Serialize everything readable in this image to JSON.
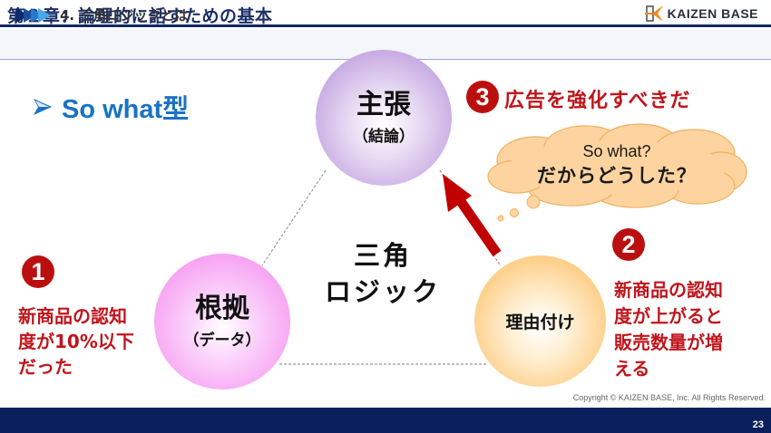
{
  "header": {
    "chapter_title": "第２章：論理的に話すための基本",
    "logo_text": "KAIZEN BASE",
    "section_title": "4. 三角ロジックとは",
    "section_icon": "triple-arrow-icon"
  },
  "main": {
    "heading": "So what型",
    "heading_icon": "arrowhead-bullet-icon",
    "center_label": [
      "三角",
      "ロジック"
    ],
    "nodes": {
      "claim": {
        "title": "主張",
        "subtitle": "（結論）",
        "color": "#c6a8e2"
      },
      "data": {
        "title": "根拠",
        "subtitle": "（データ）",
        "color": "#f7a6f3"
      },
      "warrant": {
        "title": "理由付け",
        "color": "#fdd08c"
      }
    },
    "points": [
      {
        "number": "1",
        "lines": [
          "新商品の認知",
          "度が10%以下",
          "だった"
        ]
      },
      {
        "number": "2",
        "lines": [
          "新商品の認知",
          "度が上がると",
          "販売数量が増",
          "える"
        ]
      },
      {
        "number": "3",
        "lines": [
          "広告を強化すべきだ"
        ]
      }
    ],
    "thought_bubble": {
      "line1": "So what?",
      "line2": "だからどうした？",
      "color": "#fdd4a0"
    },
    "accent_color": "#c0151b",
    "badge_color": "#bb0f0f"
  },
  "footer": {
    "copyright": "Copyright ©  KAIZEN BASE, Inc.  All Rights Reserved.",
    "page_number": "23"
  }
}
